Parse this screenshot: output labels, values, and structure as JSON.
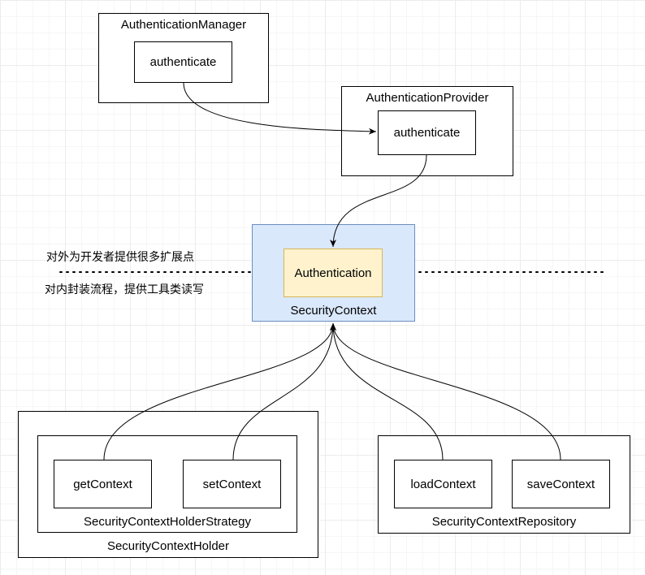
{
  "authentication_manager": {
    "title": "AuthenticationManager",
    "method": "authenticate"
  },
  "authentication_provider": {
    "title": "AuthenticationProvider",
    "method": "authenticate"
  },
  "security_context": {
    "title": "SecurityContext",
    "authentication": "Authentication",
    "fill": "#dae8fc",
    "border": "#6c8ebf",
    "inner_fill": "#fff2cc",
    "inner_border": "#d6b656"
  },
  "notes": {
    "extension": "对外为开发者提供很多扩展点",
    "encapsulation": "对内封装流程，提供工具类读写"
  },
  "security_context_holder": {
    "title": "SecurityContextHolder",
    "strategy": {
      "title": "SecurityContextHolderStrategy",
      "methods": [
        "getContext",
        "setContext"
      ]
    }
  },
  "security_context_repository": {
    "title": "SecurityContextRepository",
    "methods": [
      "loadContext",
      "saveContext"
    ]
  }
}
